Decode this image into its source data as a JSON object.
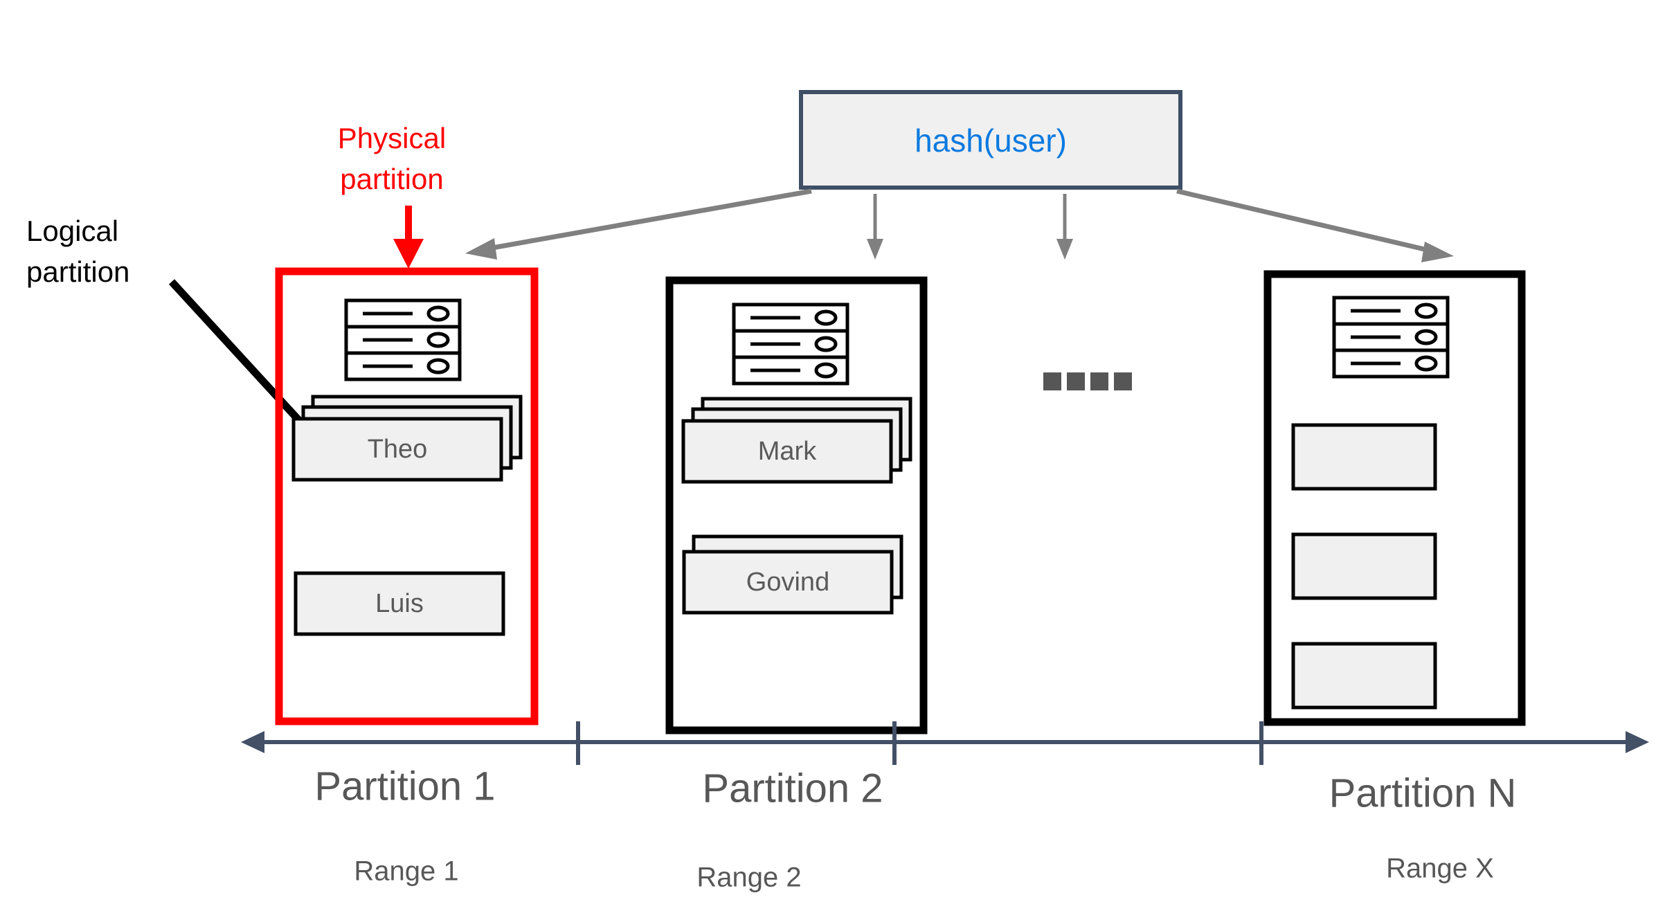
{
  "diagram": {
    "title_text": "hash(user)",
    "annotations": {
      "physical": {
        "line1": "Physical",
        "line2": "partition",
        "color": "#ff0000"
      },
      "logical": {
        "line1": "Logical",
        "line2": "partition",
        "color": "#000000"
      }
    },
    "hash_box": {
      "label": "hash(user)",
      "text_color": "#0a7ae0",
      "fill": "#f0f0f0",
      "border_color": "#3e4f66"
    },
    "ellipsis": {
      "dots": 4,
      "color": "#565656"
    },
    "axis": {
      "color": "#435066",
      "left_arrow": true,
      "right_arrow": true,
      "ticks": 2
    },
    "partitions": [
      {
        "id": "partition-1",
        "axis_label": "Partition 1",
        "range_label": "Range 1",
        "border_color": "#ff0000",
        "highlight": "physical",
        "server_icon": "server-rack-icon",
        "items": [
          {
            "label": "Theo",
            "stack": 3
          },
          {
            "label": "Luis",
            "stack": 1
          }
        ]
      },
      {
        "id": "partition-2",
        "axis_label": "Partition 2",
        "range_label": "Range 2",
        "border_color": "#000000",
        "highlight": "none",
        "server_icon": "server-rack-icon",
        "items": [
          {
            "label": "Mark",
            "stack": 3
          },
          {
            "label": "Govind",
            "stack": 2
          }
        ]
      },
      {
        "id": "partition-n",
        "axis_label": "Partition N",
        "range_label": "Range X",
        "border_color": "#000000",
        "highlight": "none",
        "server_icon": "server-rack-icon",
        "items": [
          {
            "label": "",
            "stack": 1
          },
          {
            "label": "",
            "stack": 1
          },
          {
            "label": "",
            "stack": 1
          }
        ]
      }
    ]
  }
}
